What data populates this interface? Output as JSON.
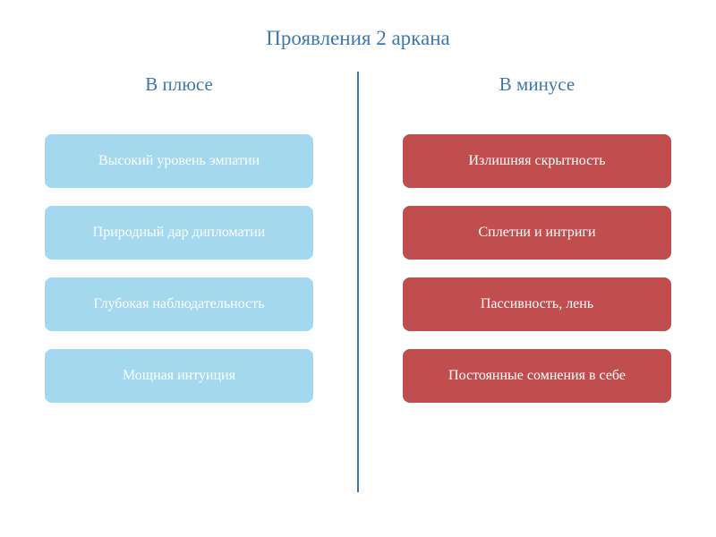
{
  "title": "Проявления 2 аркана",
  "columns": {
    "plus": {
      "heading": "В плюсе",
      "color": "#a3d8ef",
      "items": [
        "Высокий уровень эмпатии",
        "Природный дар дипломатии",
        "Глубокая наблюдательность",
        "Мощная интуиция"
      ]
    },
    "minus": {
      "heading": "В минусе",
      "color": "#c04e4f",
      "items": [
        "Излишняя скрытность",
        "Сплетни и интриги",
        "Пассивность, лень",
        "Постоянные сомнения в себе"
      ]
    }
  },
  "accent_color": "#3a78ad"
}
